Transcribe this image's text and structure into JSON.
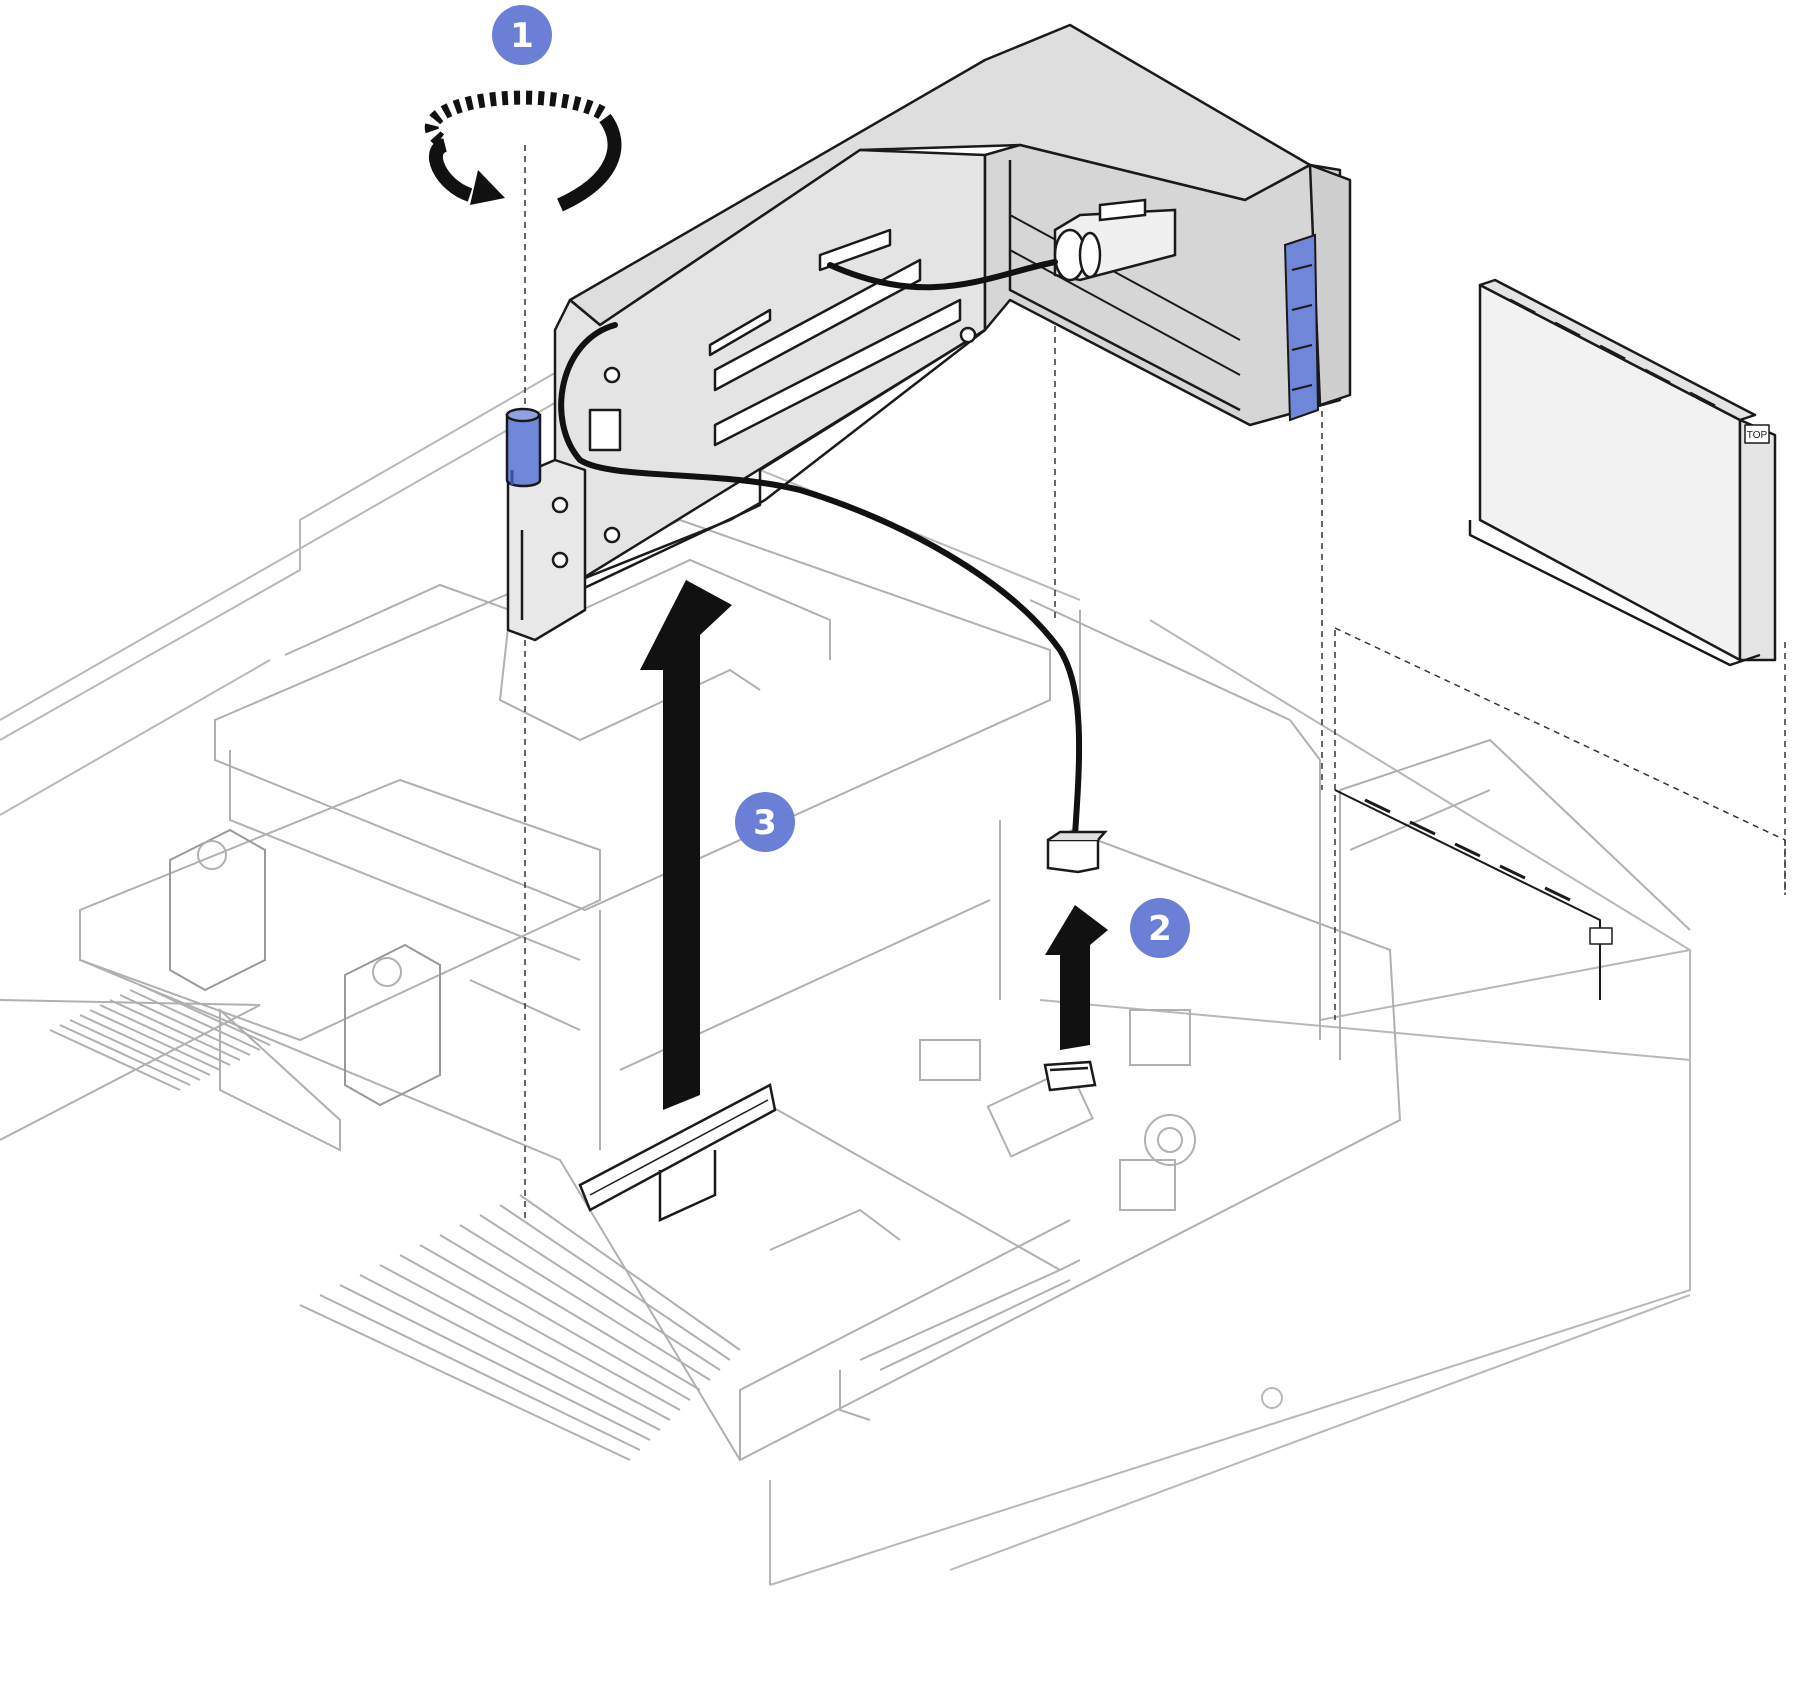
{
  "diagram": {
    "steps": [
      {
        "number": "1",
        "action": "rotate-counterclockwise"
      },
      {
        "number": "2",
        "action": "lift-up"
      },
      {
        "number": "3",
        "action": "lift-up"
      }
    ],
    "label_text": {
      "top_marking": "TOP"
    },
    "colors": {
      "callout": "#6b7fd7",
      "highlight_blue": "#6f86d9",
      "line": "#1a1a1a",
      "faint_line": "#b8b8b8",
      "panel_fill": "#e4e4e4",
      "background": "#ffffff"
    },
    "icons": [
      "rotate-icon",
      "up-arrow-icon",
      "thumbscrew-icon",
      "cable-connector-icon"
    ]
  }
}
